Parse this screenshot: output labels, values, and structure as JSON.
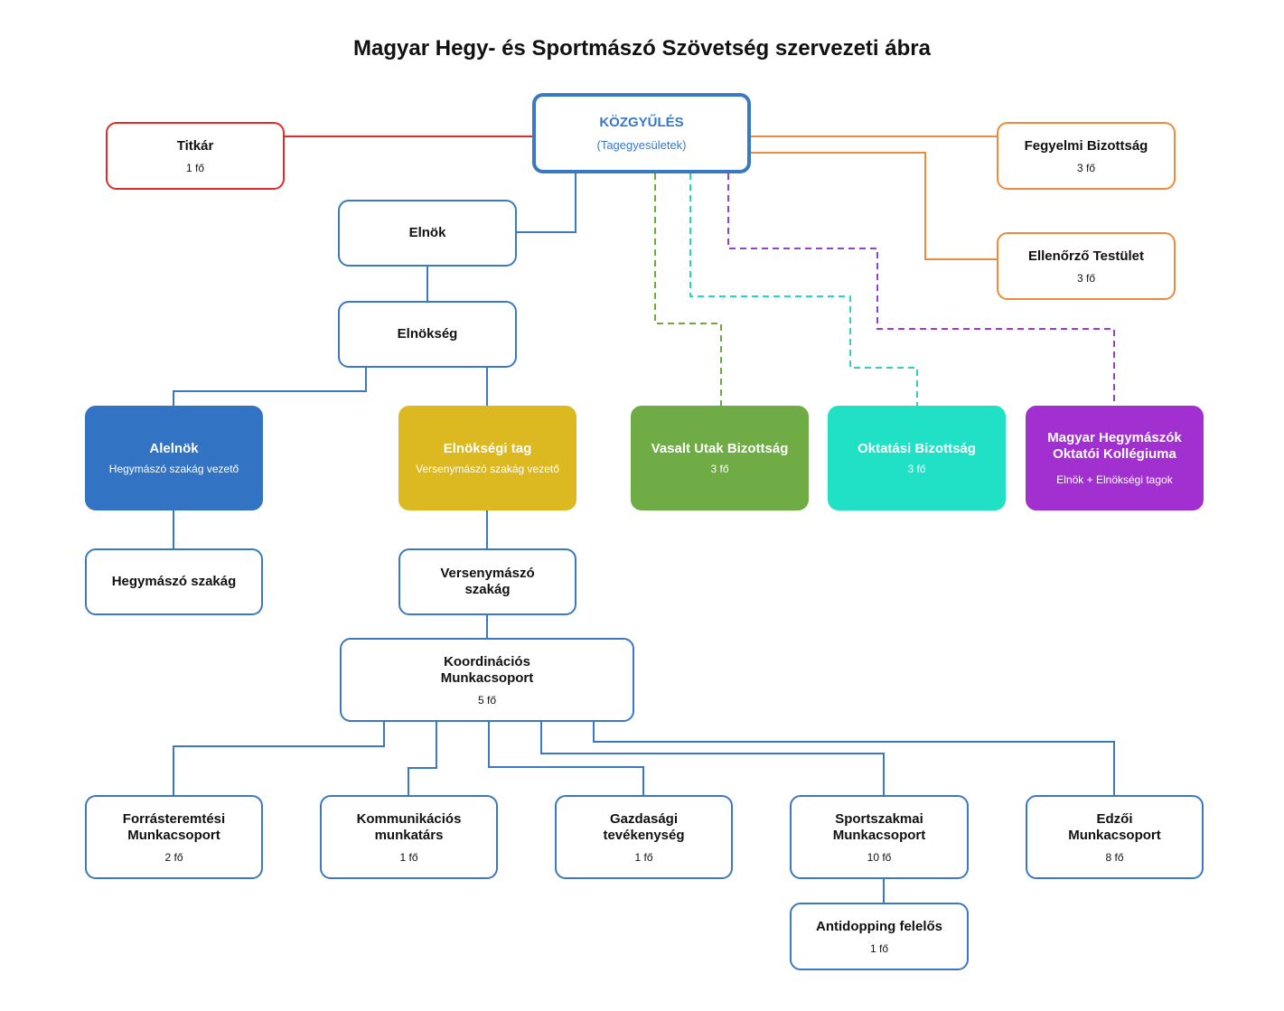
{
  "title": "Magyar Hegy- és Sportmászó Szövetség szervezeti ábra",
  "colors": {
    "blue": "#3a78c2",
    "red": "#e02b2b",
    "orange": "#ef8a3c",
    "green_dash": "#6aaa3e",
    "teal_dash": "#2ad4c4",
    "purple_dash": "#9a3ed0",
    "alelnok_fill": "#3373c4",
    "elnoksegi_tag_fill": "#dcb821",
    "vasalt_fill": "#6fac45",
    "oktatasi_fill": "#20e0c6",
    "kollegium_fill": "#a22fd0"
  },
  "nodes": {
    "kozgyules": {
      "name": "KÖZGYŰLÉS",
      "sub": "(Tagegyesületek)"
    },
    "titkar": {
      "name": "Titkár",
      "sub": "1 fő"
    },
    "fegyelmi": {
      "name": "Fegyelmi Bizottság",
      "sub": "3 fő"
    },
    "ellenorzo": {
      "name": "Ellenőrző Testület",
      "sub": "3 fő"
    },
    "elnok": {
      "name": "Elnök"
    },
    "elnokseg": {
      "name": "Elnökség"
    },
    "alelnok": {
      "name": "Alelnök",
      "sub": "Hegymászó szakág vezető"
    },
    "elnoksegi_tag": {
      "name": "Elnökségi tag",
      "sub": "Versenymászó szakág vezető"
    },
    "vasalt": {
      "name": "Vasalt Utak Bizottság",
      "sub": "3 fő"
    },
    "oktatasi": {
      "name": "Oktatási Bizottság",
      "sub": "3 fő"
    },
    "kollegium": {
      "name": "Magyar Hegymászók\nOktatói Kollégiuma",
      "sub": "Elnök + Elnökségi tagok"
    },
    "hegymaszo_szakag": {
      "name": "Hegymászó szakág"
    },
    "versenymaszo_szakag": {
      "name": "Versenymászó\nszakág"
    },
    "koordinacios": {
      "name": "Koordinációs\nMunkacsoport",
      "sub": "5 fő"
    },
    "forrasteremtesi": {
      "name": "Forrásteremtési\nMunkacsoport",
      "sub": "2 fő"
    },
    "kommunikacios": {
      "name": "Kommunikációs\nmunkatárs",
      "sub": "1 fő"
    },
    "gazdasagi": {
      "name": "Gazdasági\ntevékenység",
      "sub": "1 fő"
    },
    "sportszakmai": {
      "name": "Sportszakmai\nMunkacsoport",
      "sub": "10 fő"
    },
    "edzoi": {
      "name": "Edzői\nMunkacsoport",
      "sub": "8 fő"
    },
    "antidopping": {
      "name": "Antidopping felelős",
      "sub": "1 fő"
    }
  }
}
